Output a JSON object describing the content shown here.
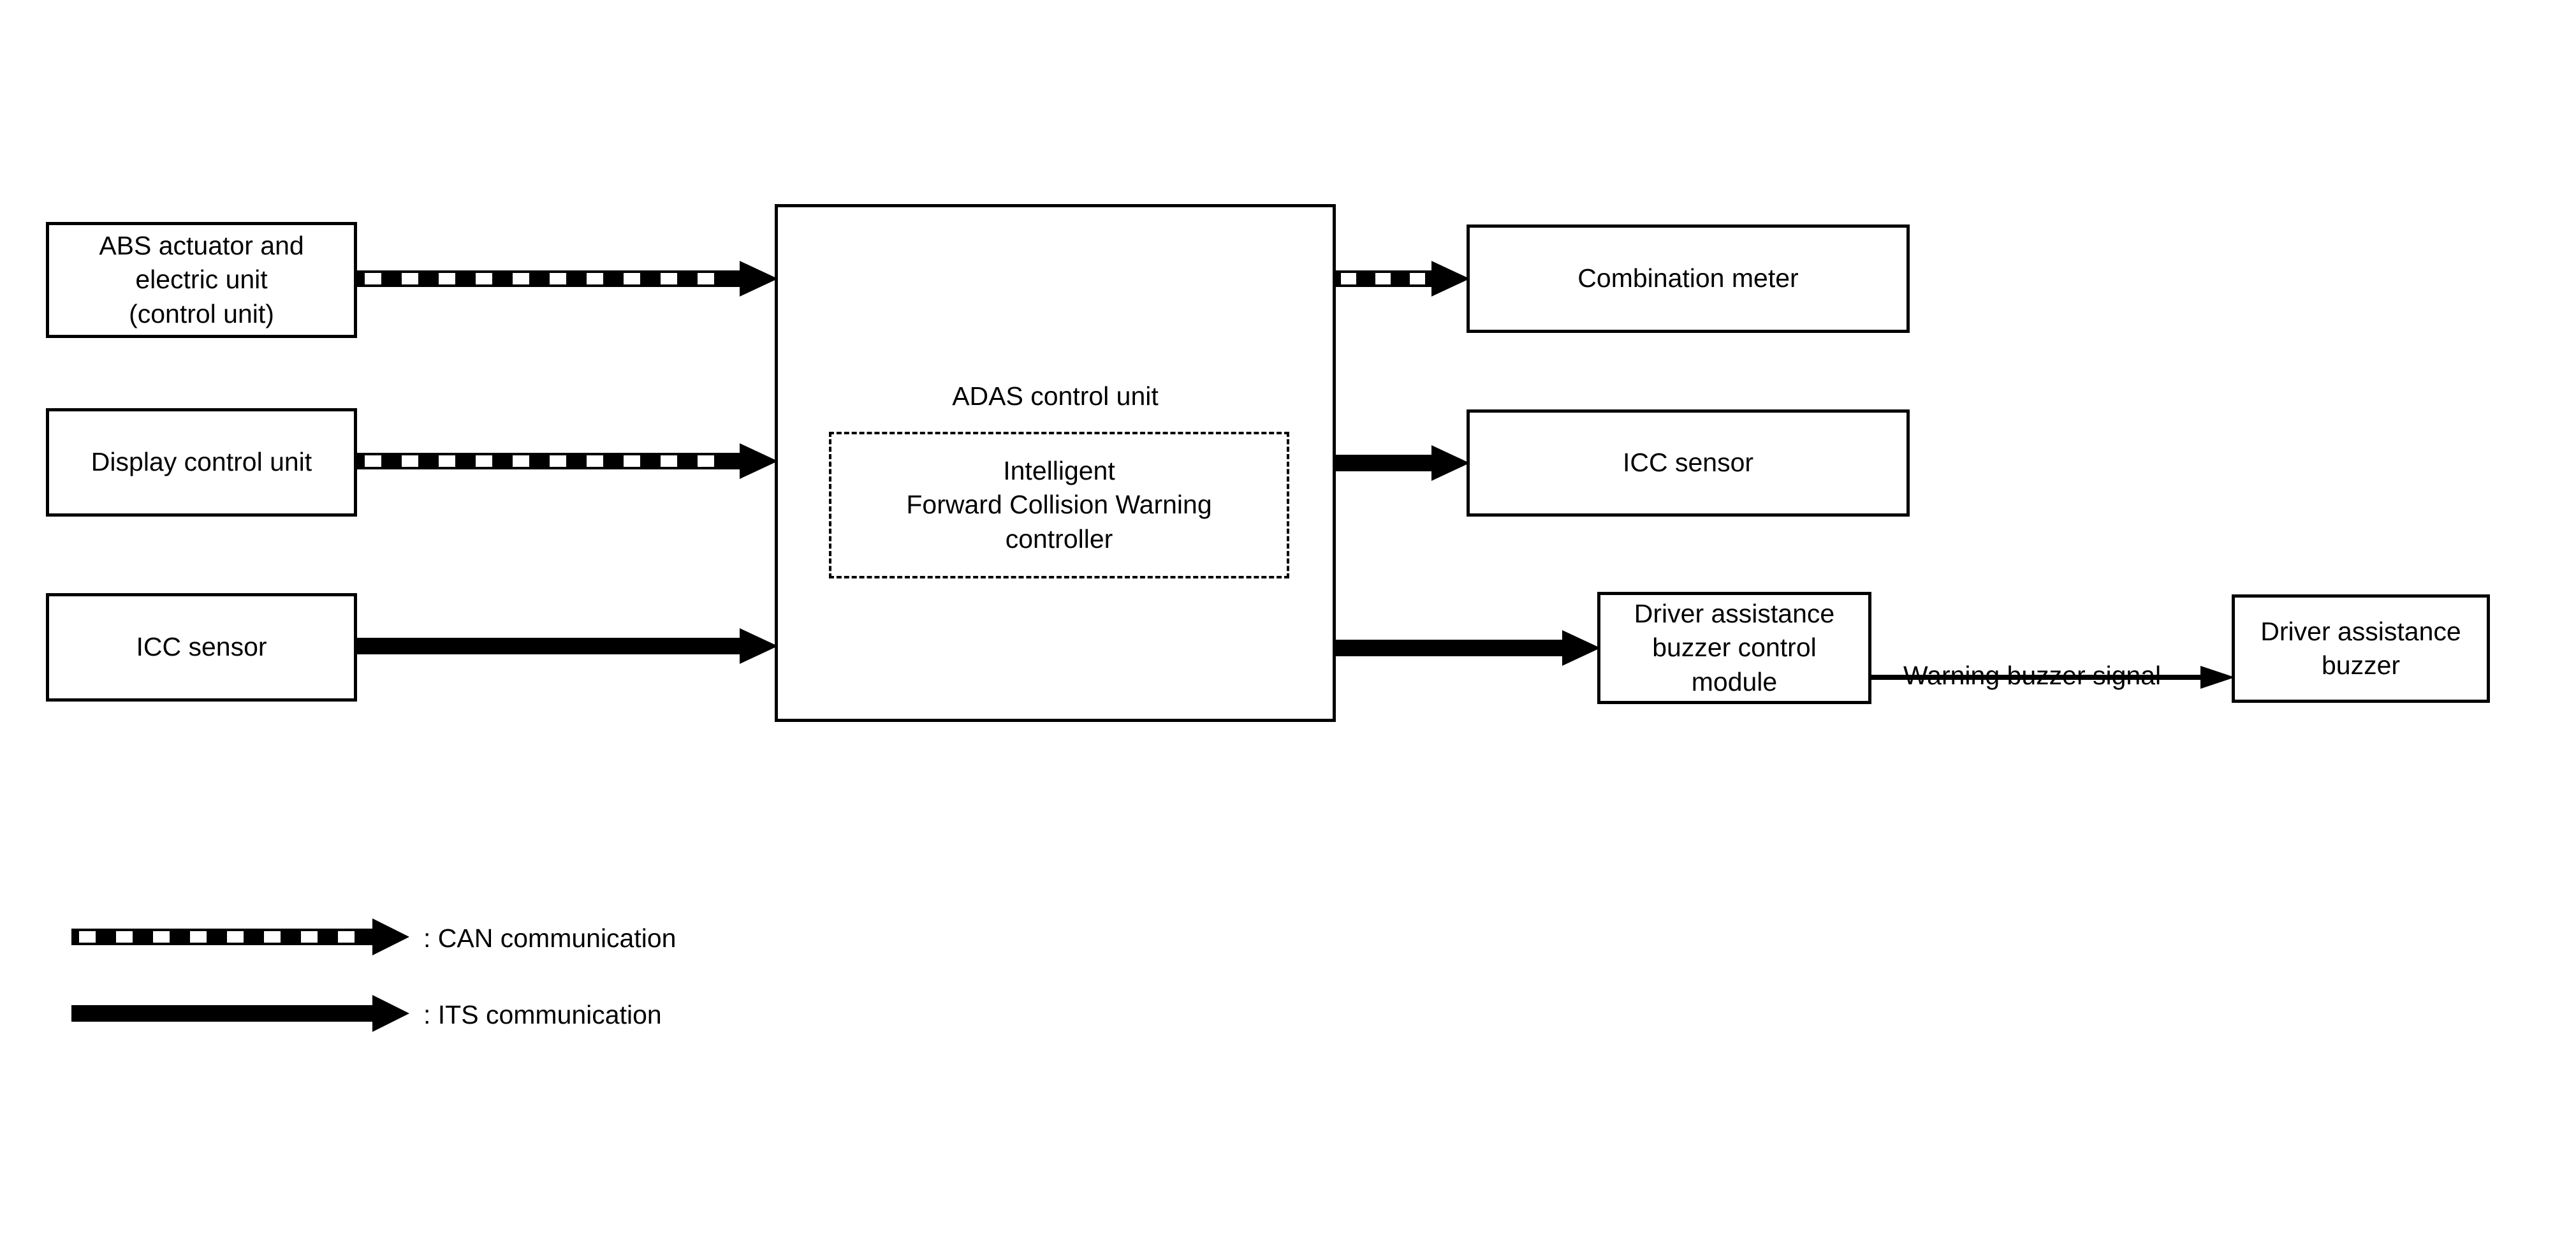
{
  "diagram": {
    "title": "Intelligent Forward Collision Warning system block diagram",
    "colors": {
      "line": "#000000",
      "background": "#ffffff",
      "text": "#000000"
    },
    "boxes": {
      "abs_actuator": "ABS actuator and\nelectric unit\n(control unit)",
      "display_control_unit": "Display control unit",
      "icc_sensor_left": "ICC sensor",
      "adas_control_unit": "ADAS control unit",
      "ifcw_controller": "Intelligent\nForward Collision Warning\ncontroller",
      "combination_meter": "Combination meter",
      "icc_sensor_right": "ICC sensor",
      "buzzer_control_module": "Driver assistance\nbuzzer control\nmodule",
      "driver_assistance_buzzer": "Driver assistance\nbuzzer"
    },
    "labels": {
      "warning_buzzer_signal": "Warning buzzer signal"
    },
    "legend": {
      "can": ": CAN communication",
      "its": ": ITS communication"
    }
  }
}
